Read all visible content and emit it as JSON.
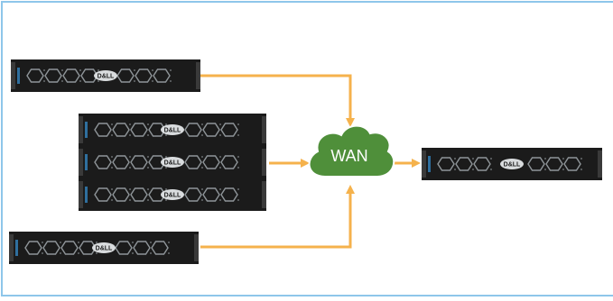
{
  "diagram": {
    "cloud": {
      "label": "WAN",
      "fill": "#4f8f3a",
      "stroke": "#ffffff"
    },
    "server": {
      "brand": "D&LL",
      "chassis_color": "#1b1b1b",
      "bezel_color": "#8f9599",
      "accent_color": "#2f6f9e"
    },
    "arrow_color": "#f5b24c",
    "border_color": "#8ec6ea",
    "nodes": [
      {
        "id": "server-top-left"
      },
      {
        "id": "server-stack-1"
      },
      {
        "id": "server-stack-2"
      },
      {
        "id": "server-stack-3"
      },
      {
        "id": "server-bottom-left"
      },
      {
        "id": "server-destination"
      }
    ]
  }
}
